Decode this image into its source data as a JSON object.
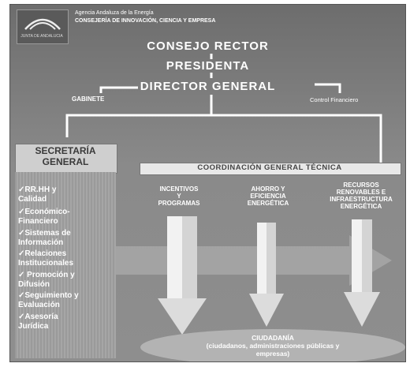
{
  "header": {
    "logo_caption": "JUNTA DE ANDALUCIA",
    "agency": "Agencia Andaluza de la Energía",
    "ministry": "CONSEJERÍA DE INNOVACIÓN, CIENCIA Y EMPRESA"
  },
  "org": {
    "consejo": "CONSEJO RECTOR",
    "presidenta": "PRESIDENTA",
    "director": "DIRECTOR GENERAL",
    "gabinete": "GABINETE",
    "control": "Control Financiero"
  },
  "secretaria": {
    "title_line1": "SECRETARÍA",
    "title_line2": "GENERAL",
    "items": [
      {
        "l1": "✓RR.HH y",
        "l2": "Calidad"
      },
      {
        "l1": "✓Económico-",
        "l2": "Financiero"
      },
      {
        "l1": "✓Sistemas de",
        "l2": "Información"
      },
      {
        "l1": "✓Relaciones",
        "l2": "Institucionales"
      },
      {
        "l1": "✓ Promoción y",
        "l2": "Difusión"
      },
      {
        "l1": "✓Seguimiento y",
        "l2": "Evaluación"
      },
      {
        "l1": "✓Asesoría",
        "l2": "Jurídica"
      }
    ]
  },
  "coordinacion": {
    "title": "COORDINACIÓN GENERAL TÉCNICA",
    "columns": [
      {
        "l1": "INCENTIVOS",
        "l2": "Y",
        "l3": "PROGRAMAS"
      },
      {
        "l1": "AHORRO Y",
        "l2": "EFICIENCIA",
        "l3": "ENERGÉTICA"
      },
      {
        "l1": "RECURSOS",
        "l2": "RENOVABLES E",
        "l3": "INFRAESTRUCTURA",
        "l4": "ENERGÉTICA"
      }
    ]
  },
  "ciudadania": {
    "title": "CIUDADANÍA",
    "line1": "(ciudadanos, administraciones públicas y",
    "line2": "empresas)"
  }
}
